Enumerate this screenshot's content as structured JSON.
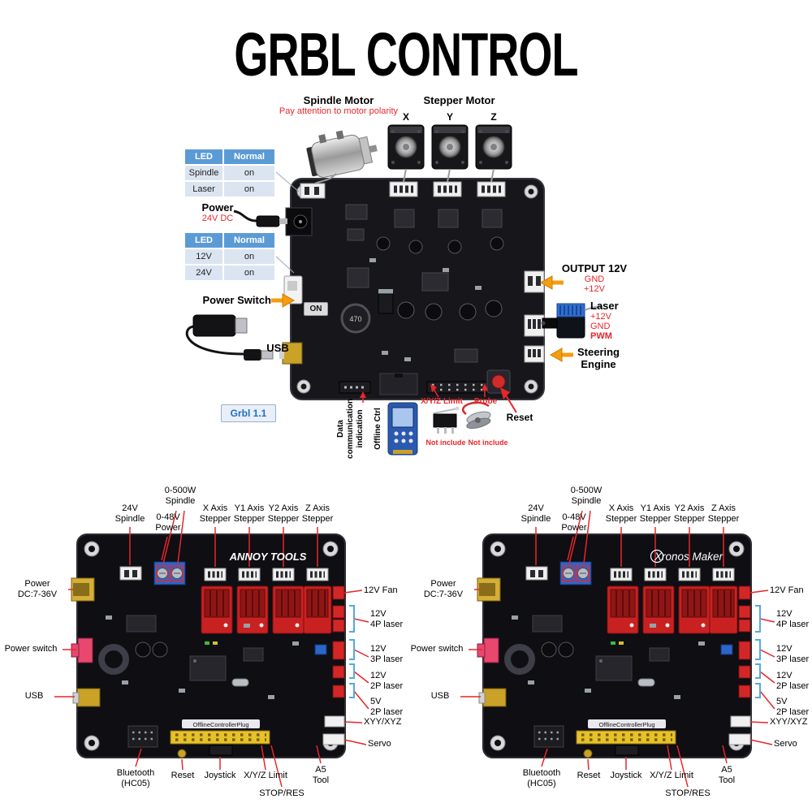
{
  "title": "GRBL CONTROL",
  "top": {
    "spindle_motor_label": "Spindle Motor",
    "spindle_motor_note": "Pay attention to motor polarity",
    "stepper_motor_label": "Stepper Motor",
    "stepper_axes": [
      "X",
      "Y",
      "Z"
    ],
    "led_table_spindle": {
      "headers": [
        "LED",
        "Normal"
      ],
      "rows": [
        {
          "name": "Spindle",
          "state": "on"
        },
        {
          "name": "Laser",
          "state": "on"
        }
      ]
    },
    "power_label": "Power",
    "power_value": "24V DC",
    "led_table_voltage": {
      "headers": [
        "LED",
        "Normal"
      ],
      "rows": [
        {
          "name": "12V",
          "state": "on"
        },
        {
          "name": "24V",
          "state": "on"
        }
      ]
    },
    "power_switch_label": "Power Switch",
    "power_switch_on": "ON",
    "usb_label": "USB",
    "grbl_version": "Grbl 1.1",
    "output": {
      "label": "OUTPUT 12V",
      "gnd": "GND",
      "v12": "+12V"
    },
    "laser": {
      "label": "Laser",
      "v12": "+12V",
      "gnd": "GND",
      "pwm": "PWM"
    },
    "steering_label": "Steering Engine",
    "limit_label": "X/Y/Z Limit",
    "probe_label": "Probe",
    "reset_label": "Reset",
    "data_comm_label": "Data communication indication",
    "offline_label": "Offline Ctrl",
    "not_include_limit": "Not include",
    "not_include_probe": "Not include",
    "inductor_value": "470"
  },
  "callouts": {
    "top": [
      "24V\nSpindle",
      "0-500W\nSpindle",
      "0-48V\nPower",
      "X Axis\nStepper",
      "Y1 Axis\nStepper",
      "Y2 Axis\nStepper",
      "Z Axis\nStepper"
    ],
    "left": [
      "Power\nDC:7-36V",
      "Power switch",
      "USB"
    ],
    "right": [
      "12V Fan",
      "12V\n4P laser",
      "12V\n3P laser",
      "12V\n2P laser",
      "5V\n2P laser",
      "XYY/XYZ",
      "Servo"
    ],
    "bottom": [
      "Bluetooth\n(HC05)",
      "Reset",
      "Joystick",
      "X/Y/Z Limit",
      "STOP/RES",
      "A5\nTool"
    ]
  },
  "boards": {
    "left_brand": "ANNOY TOOLS",
    "right_brand": "Xronos Maker",
    "silkscreen": "OfflineControllerPlug"
  }
}
